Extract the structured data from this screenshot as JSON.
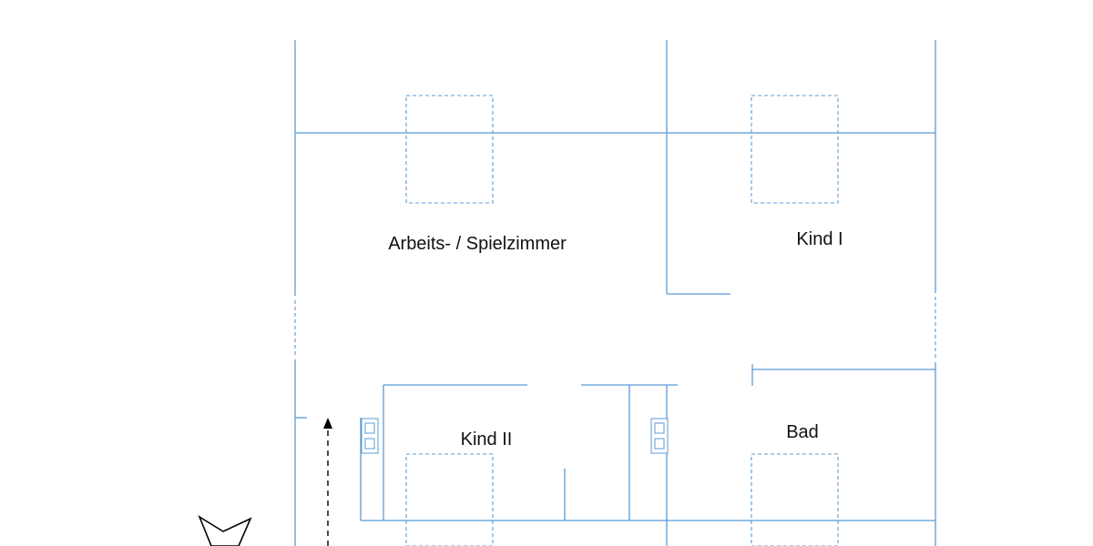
{
  "floorplan": {
    "rooms": {
      "arbeits_spielzimmer": "Arbeits- / Spielzimmer",
      "kind_1": "Kind I",
      "kind_2": "Kind II",
      "bad": "Bad"
    },
    "colors": {
      "wall": "#5b9bd5",
      "arrow": "#000000",
      "text": "#111111"
    },
    "icons": [
      "double-socket-icon",
      "north-compass-icon",
      "entrance-arrow-icon"
    ]
  }
}
